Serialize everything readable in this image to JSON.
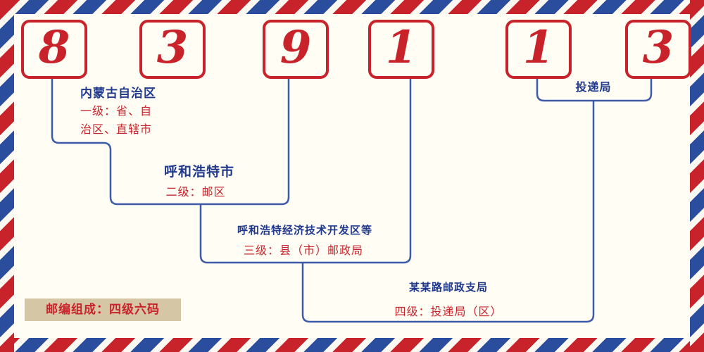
{
  "postal_code": {
    "digits": [
      "8",
      "3",
      "9",
      "1",
      "1",
      "3"
    ]
  },
  "labels": {
    "level1": {
      "place": "内蒙古自治区",
      "desc_line1": "一级：省、自",
      "desc_line2": "治区、直辖市"
    },
    "level2": {
      "place": "呼和浩特市",
      "desc": "二级：邮区"
    },
    "level3": {
      "place": "呼和浩特经济技术开发区等",
      "desc": "三级：县（市）邮政局"
    },
    "level4": {
      "place": "某某路邮政支局",
      "desc": "四级：投递局（区）"
    },
    "delivery": {
      "label": "投递局"
    }
  },
  "footer": {
    "composition": "邮编组成：四级六码"
  },
  "colors": {
    "red": "#c8232b",
    "blue_line": "#3f5aa8",
    "navy": "#21398c",
    "badge_bg": "#d5c6a5",
    "background": "#fffdf4"
  }
}
